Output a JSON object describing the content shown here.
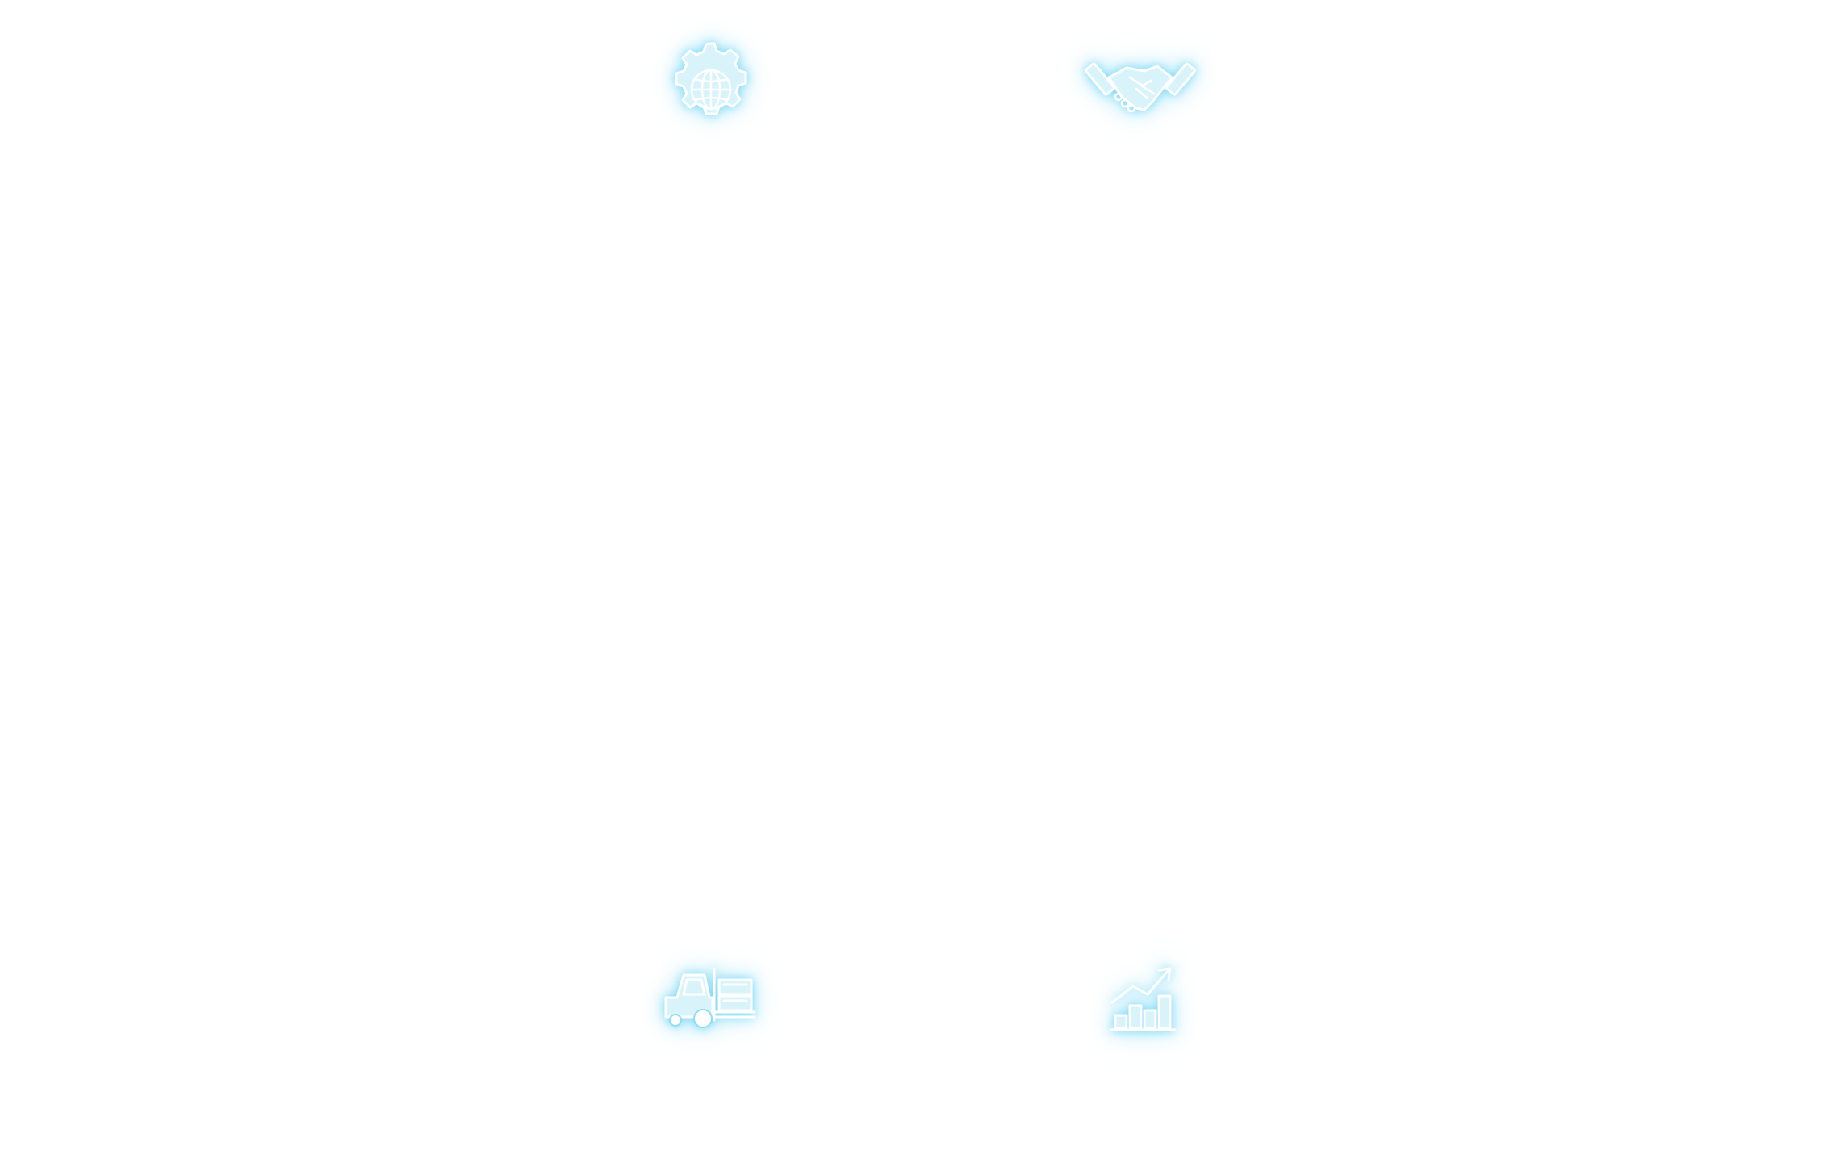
{
  "theme": {
    "background": "#ffffff",
    "icon_stroke": "#ffffff",
    "icon_glow": "#8fdcf5",
    "icon_fill_soft": "#d9f3fb"
  },
  "icons": [
    {
      "id": "globe-gear",
      "name": "globe-gear-icon"
    },
    {
      "id": "handshake",
      "name": "handshake-icon"
    },
    {
      "id": "forklift",
      "name": "forklift-icon"
    },
    {
      "id": "growth-chart",
      "name": "growth-chart-icon"
    }
  ]
}
